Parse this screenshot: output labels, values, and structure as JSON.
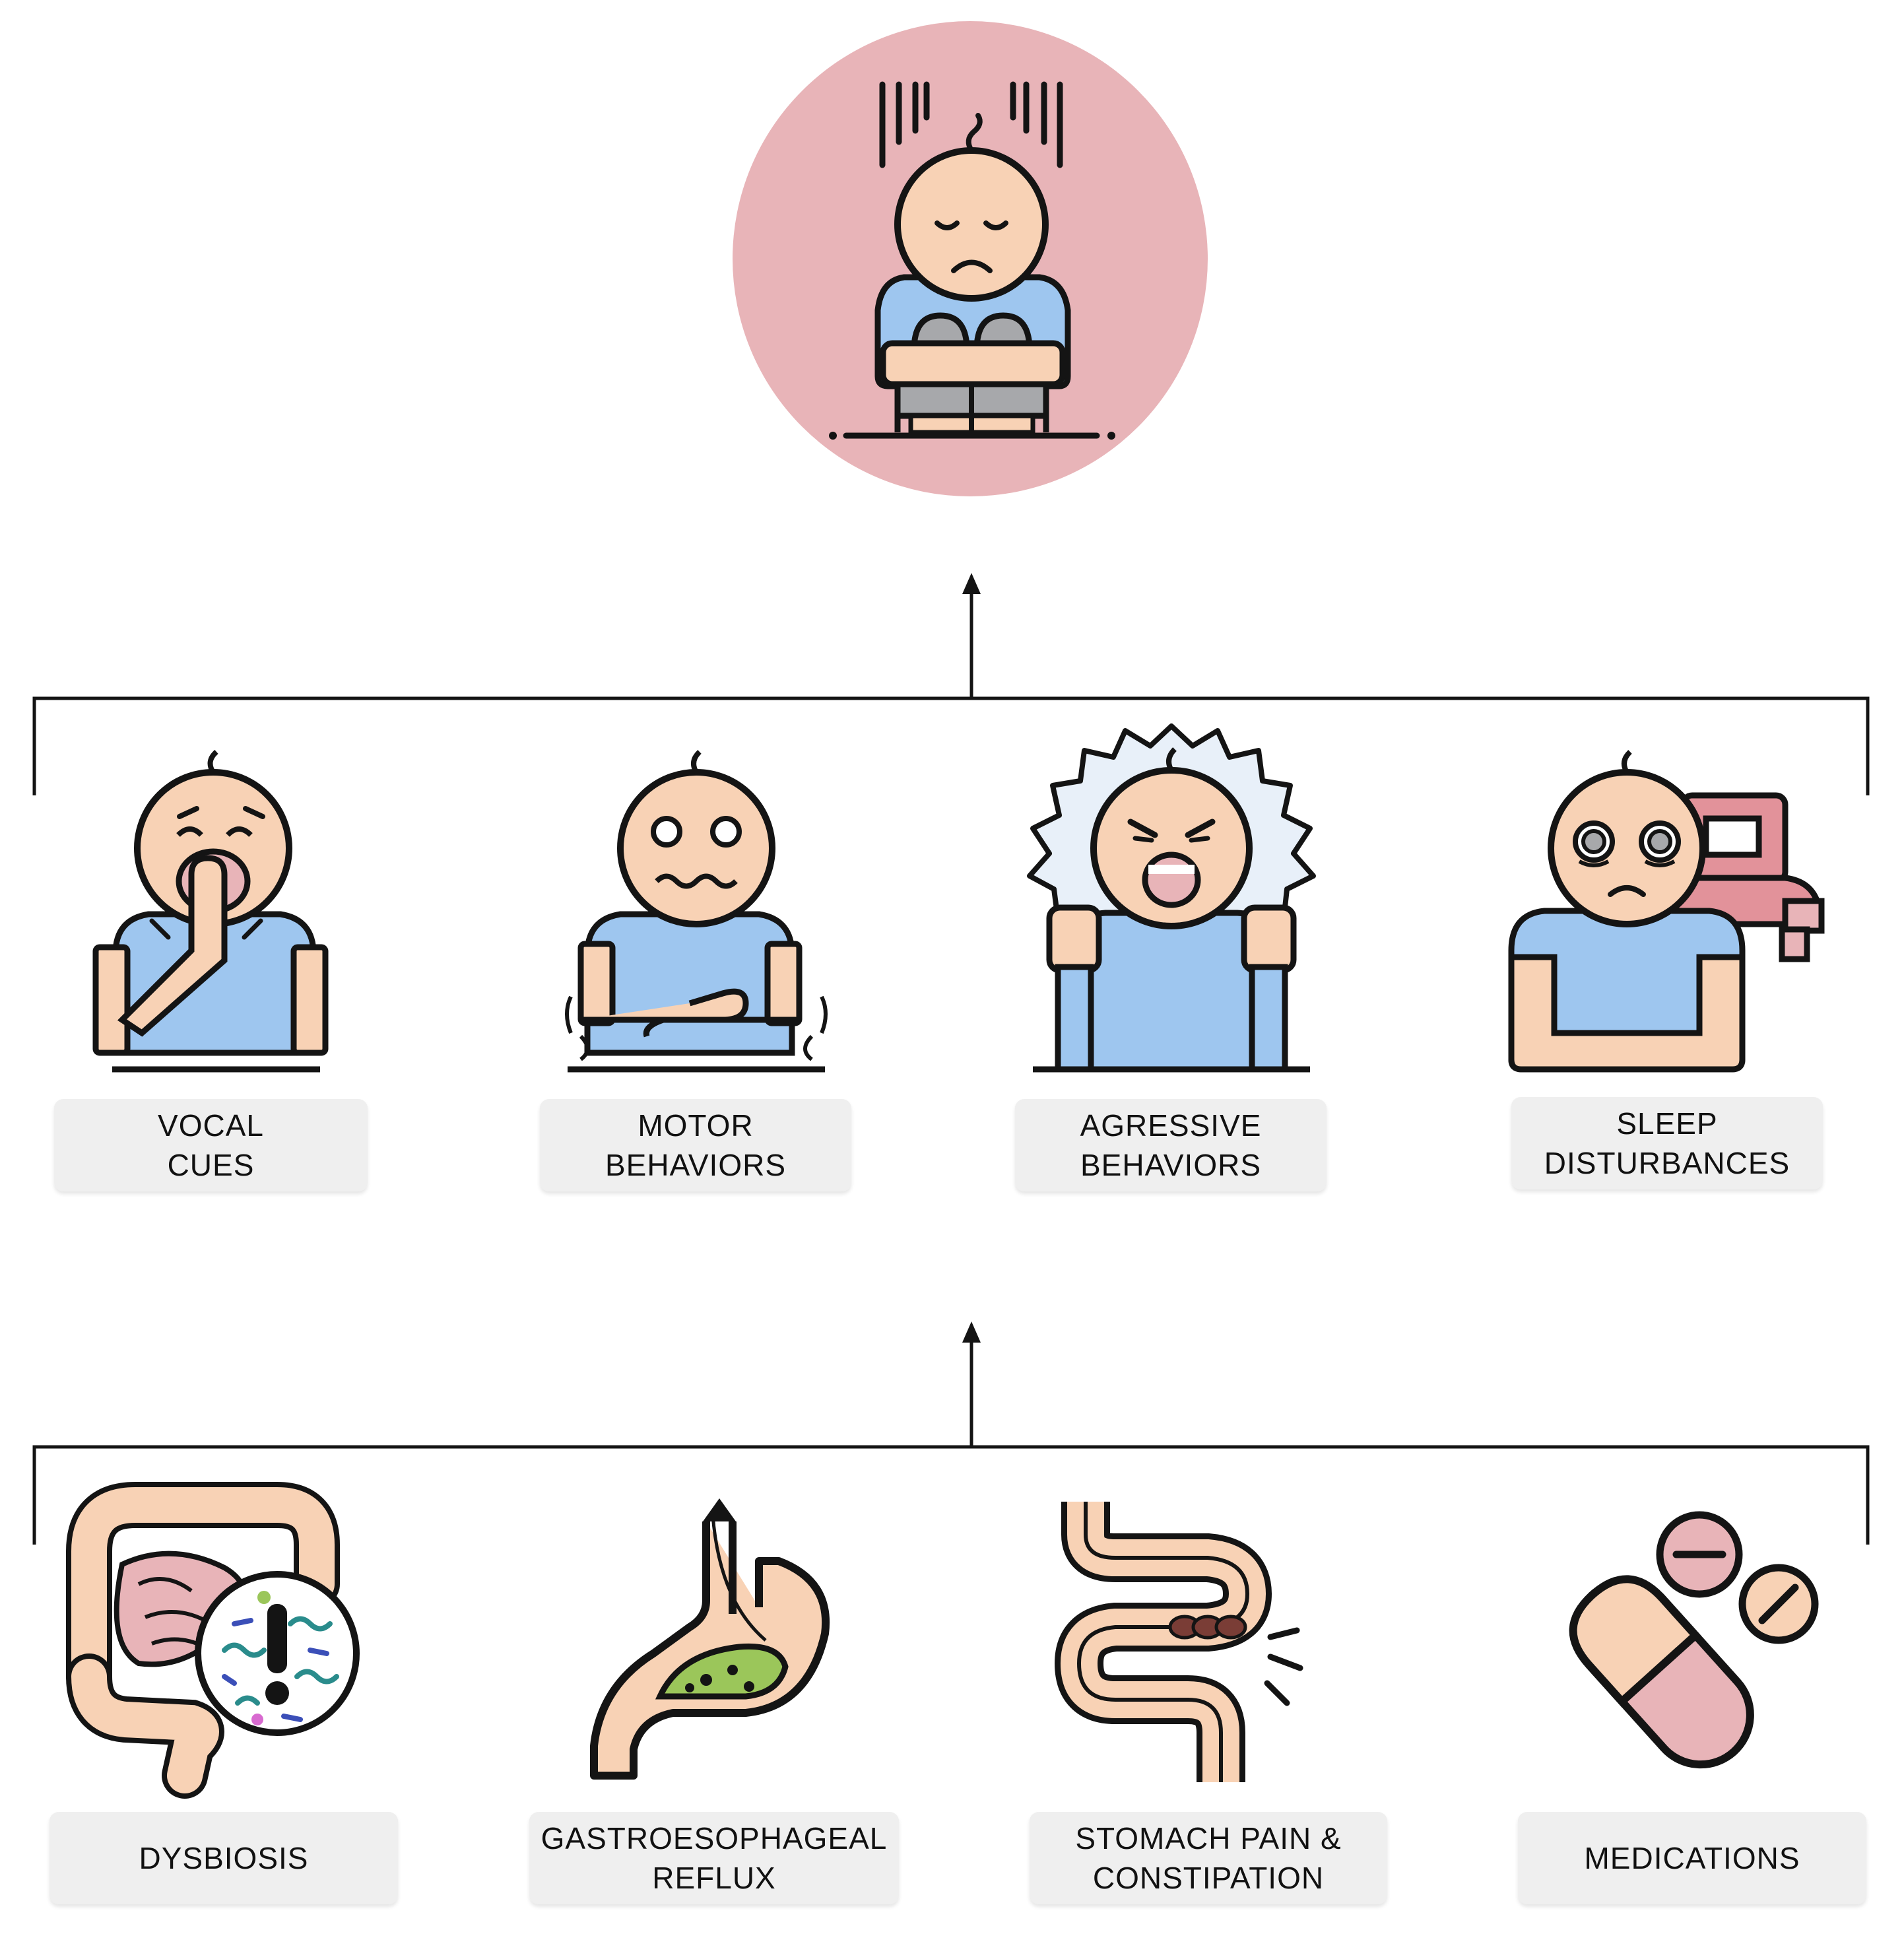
{
  "colors": {
    "outline": "#141414",
    "skin": "#f8d2b5",
    "shirt": "#9ec6ef",
    "pink": "#e8b4b8",
    "pink_dark": "#e2929a",
    "gray": "#a7a8ab",
    "green": "#9bc65a",
    "burst": "#e8f0f9",
    "label_bg": "#efefef"
  },
  "symptoms": [
    {
      "id": "vocal-cues",
      "icon": "yawning-child-icon",
      "lines": [
        "VOCAL",
        "CUES"
      ]
    },
    {
      "id": "motor-behaviors",
      "icon": "fidgeting-child-icon",
      "lines": [
        "MOTOR",
        "BEHAVIORS"
      ]
    },
    {
      "id": "agressive-behaviors",
      "icon": "angry-child-icon",
      "lines": [
        "AGRESSIVE",
        "BEHAVIORS"
      ]
    },
    {
      "id": "sleep-disturbances",
      "icon": "tired-child-bed-icon",
      "lines": [
        "SLEEP",
        "DISTURBANCES"
      ]
    }
  ],
  "causes": [
    {
      "id": "dysbiosis",
      "icon": "intestine-bacteria-icon",
      "lines": [
        "DYSBIOSIS"
      ]
    },
    {
      "id": "gastroesophageal-reflux",
      "icon": "stomach-reflux-icon",
      "lines": [
        "GASTROESOPHAGEAL",
        "REFLUX"
      ]
    },
    {
      "id": "stomach-pain-constipation",
      "icon": "constipated-intestine-icon",
      "lines": [
        "STOMACH PAIN &",
        "CONSTIPATION"
      ]
    },
    {
      "id": "medications",
      "icon": "pills-icon",
      "lines": [
        "MEDICATIONS"
      ]
    }
  ]
}
